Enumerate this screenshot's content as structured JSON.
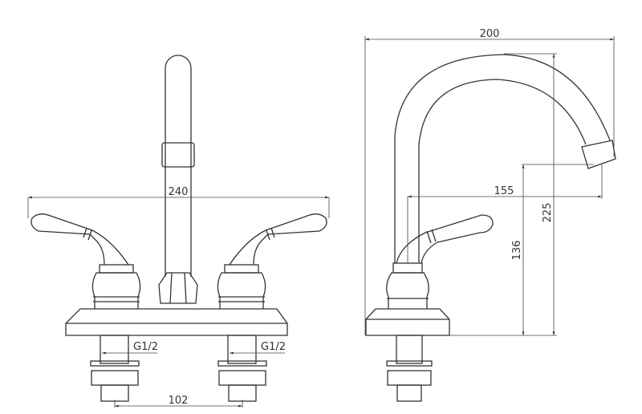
{
  "front_view": {
    "width_label": "240",
    "left_thread_label": "G1/2",
    "right_thread_label": "G1/2",
    "center_distance_label": "102"
  },
  "side_view": {
    "depth_label": "200",
    "reach_label": "155",
    "height_label": "225",
    "outlet_height_label": "136"
  },
  "colors": {
    "line": "#333333",
    "background": "#ffffff"
  }
}
